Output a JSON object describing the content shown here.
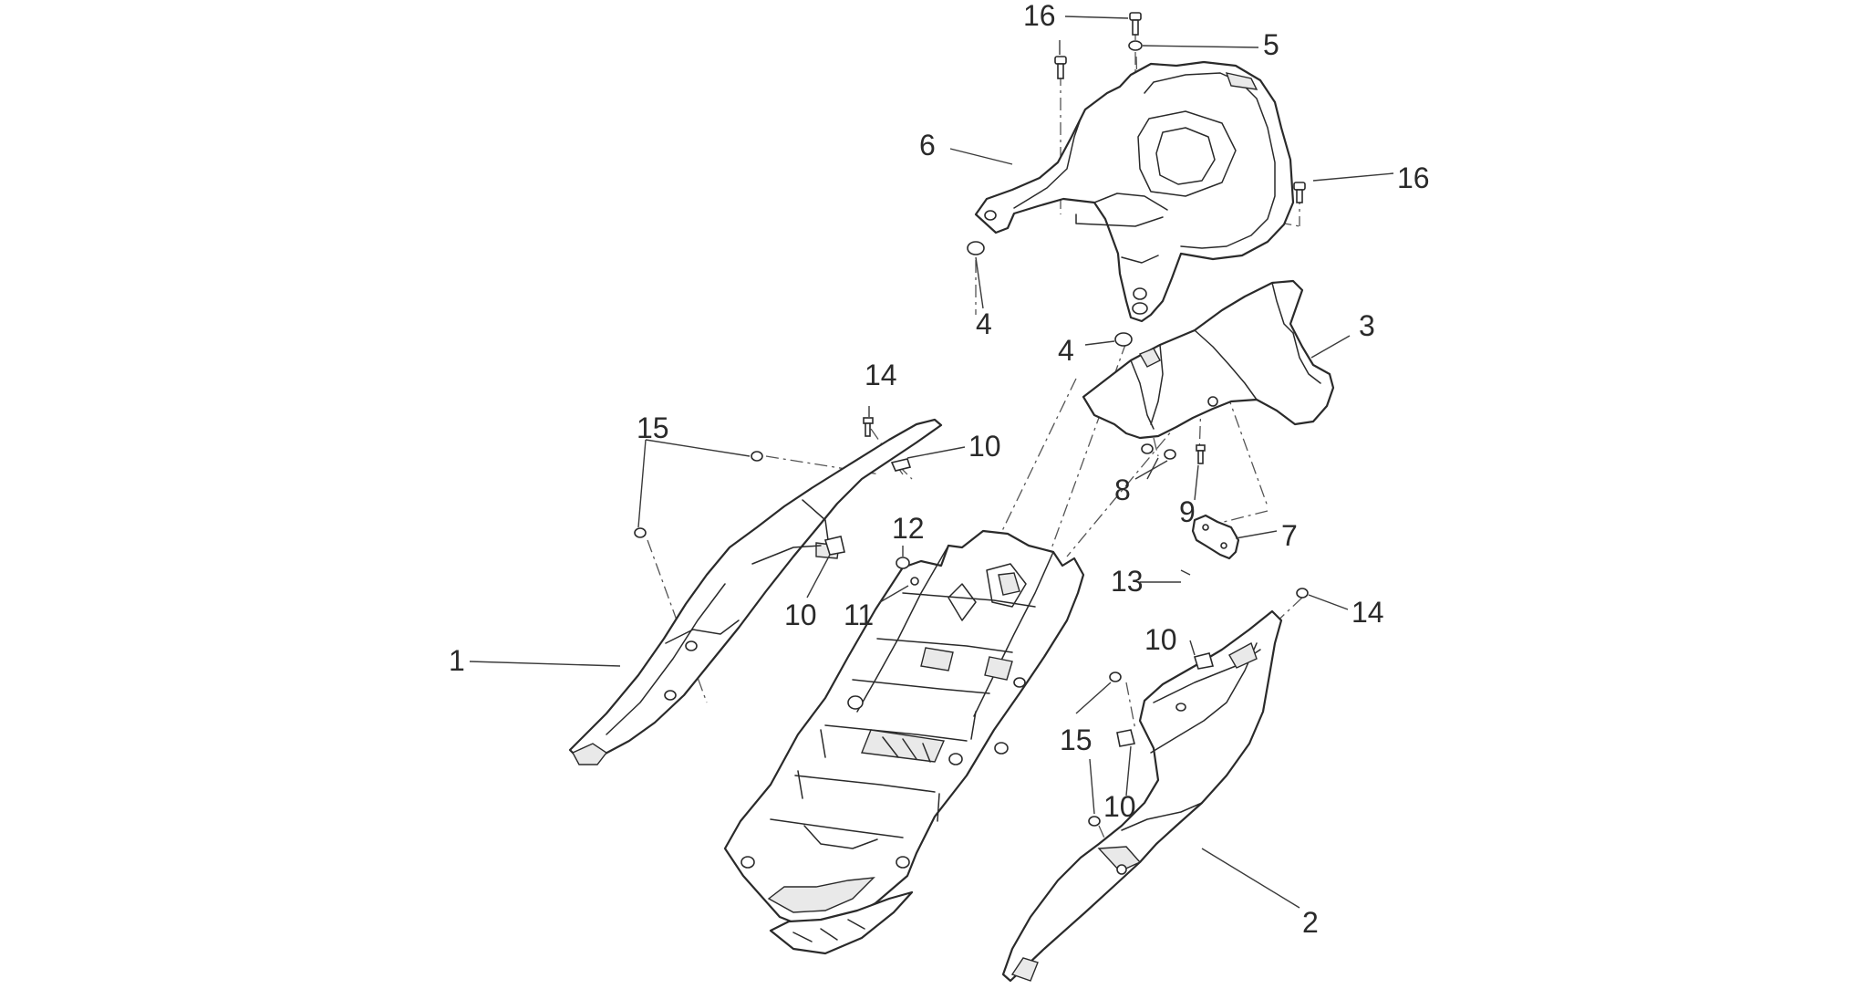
{
  "diagram": {
    "callouts": [
      "16",
      "5",
      "6",
      "16",
      "4",
      "4",
      "3",
      "14",
      "15",
      "10",
      "8",
      "9",
      "12",
      "7",
      "13",
      "10",
      "11",
      "14",
      "1",
      "10",
      "15",
      "10",
      "2"
    ]
  }
}
